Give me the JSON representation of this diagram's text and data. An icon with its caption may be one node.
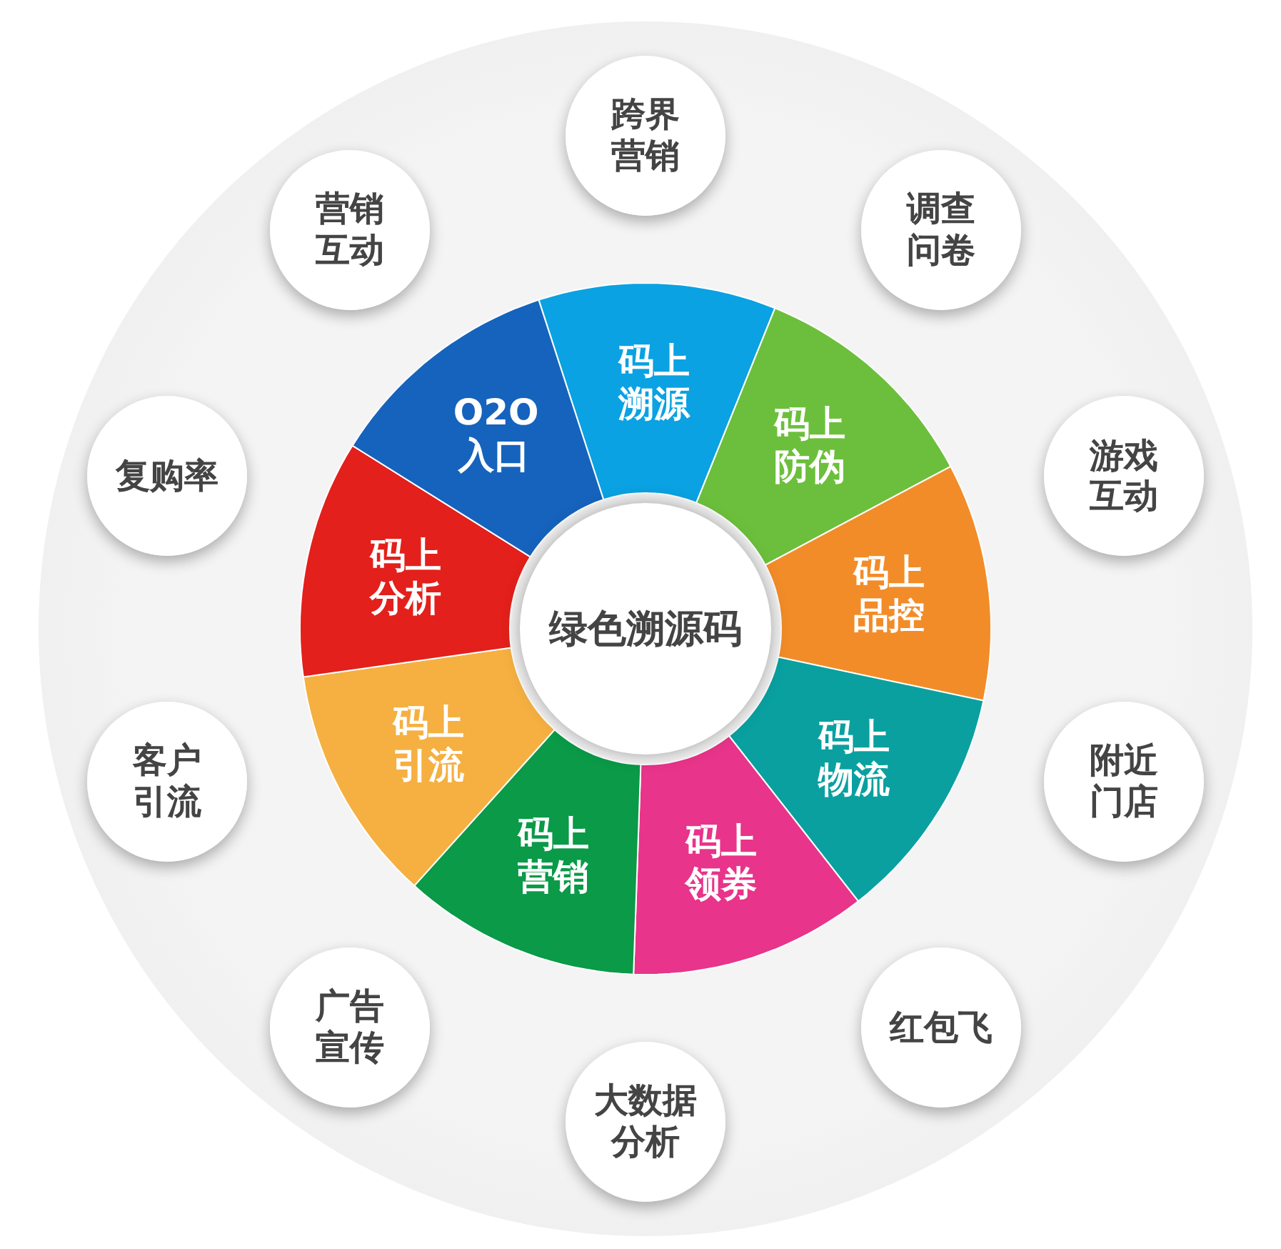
{
  "diagram": {
    "nodes": [
      {
        "text": [
          "绿色溯源码"
        ]
      },
      {
        "text": [
          "码上溯源"
        ]
      },
      {
        "text": [
          "码上防伪"
        ]
      },
      {
        "text": [
          "码上品控"
        ]
      },
      {
        "text": [
          "码上物流"
        ]
      },
      {
        "text": [
          "码上领券"
        ]
      },
      {
        "text": [
          "码上营销"
        ]
      },
      {
        "text": [
          "码上引流"
        ]
      },
      {
        "text": [
          "码上分析"
        ]
      },
      {
        "text": [
          "O2O入口"
        ]
      },
      {
        "text": [
          "跨界营销"
        ]
      },
      {
        "text": [
          "调查问卷"
        ]
      },
      {
        "text": [
          "游戏互动"
        ]
      },
      {
        "text": [
          "附近门店"
        ]
      },
      {
        "text": [
          "红包飞"
        ]
      },
      {
        "text": [
          "大数据分析"
        ]
      },
      {
        "text": [
          "广告宣传"
        ]
      },
      {
        "text": [
          "客户引流"
        ]
      },
      {
        "text": [
          "复购率"
        ]
      },
      {
        "text": [
          "营销互动"
        ]
      }
    ],
    "edges": []
  }
}
